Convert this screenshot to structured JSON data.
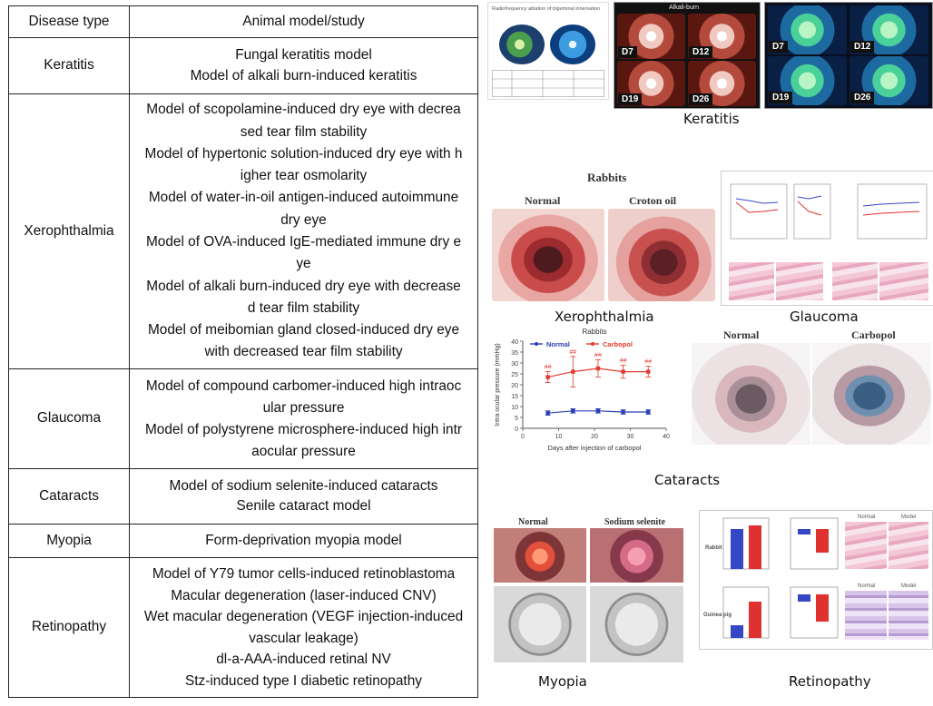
{
  "table": {
    "headers": [
      "Disease type",
      "Animal model/study"
    ],
    "rows": [
      {
        "disease": "Keratitis",
        "models": [
          "Fungal keratitis model",
          "Model of alkali burn-induced keratitis"
        ]
      },
      {
        "disease": "Xerophthalmia",
        "models": [
          "Model of scopolamine-induced dry eye with decrea",
          "sed tear film stability",
          "Model of hypertonic solution-induced dry eye with h",
          "igher tear osmolarity",
          "Model of water-in-oil antigen-induced autoimmune",
          "dry eye",
          "Model of OVA-induced IgE-mediated immune dry e",
          "ye",
          "Model of alkali burn-induced dry eye with decrease",
          "d tear film stability",
          "Model of meibomian gland closed-induced dry eye",
          "with decreased tear film stability"
        ]
      },
      {
        "disease": "Glaucoma",
        "models": [
          "Model of compound carbomer-induced high intraoc",
          "ular pressure",
          "Model of polystyrene microsphere-induced high intr",
          "aocular pressure"
        ]
      },
      {
        "disease": "Cataracts",
        "models": [
          "Model of sodium selenite-induced cataracts",
          "Senile cataract model"
        ]
      },
      {
        "disease": "Myopia",
        "models": [
          "Form-deprivation myopia model"
        ]
      },
      {
        "disease": "Retinopathy",
        "models": [
          "Model of Y79 tumor cells-induced retinoblastoma",
          "Macular degeneration (laser-induced CNV)",
          "Wet macular degeneration (VEGF injection-induced",
          "vascular leakage)",
          "dl-a-AAA-induced retinal NV",
          "Stz-induced type I diabetic retinopathy"
        ]
      }
    ]
  },
  "captions": {
    "keratitis": "Keratitis",
    "xerophthalmia": "Xerophthalmia",
    "glaucoma": "Glaucoma",
    "cataracts": "Cataracts",
    "myopia": "Myopia",
    "retinopathy": "Retinopathy"
  },
  "keratitis_panel": {
    "title": "Radiofrequency ablation of trigeminal innervation",
    "alkali_title": "Alkali-burn",
    "day_labels": [
      "D7",
      "D12",
      "D19",
      "D26"
    ]
  },
  "xero_panel": {
    "title": "Rabbits",
    "normal": "Normal",
    "treated": "Croton oil"
  },
  "cataract_panel": {
    "normal": "Normal",
    "treated": "Carbopol"
  },
  "myopia_panel": {
    "normal": "Normal",
    "treated": "Sodium selenite"
  },
  "retino_panel": {
    "row1": "Rabbit",
    "row2": "Guinea pig",
    "normal": "Normal",
    "model": "Model"
  },
  "chart_data": {
    "type": "line",
    "title": "Rabbits",
    "xlabel": "Days after injection of carbopol",
    "ylabel": "Intra ocular pressure (mmHg)",
    "xlim": [
      0,
      40
    ],
    "ylim": [
      0,
      40
    ],
    "xticks": [
      0,
      10,
      20,
      30,
      40
    ],
    "yticks": [
      0,
      5,
      10,
      15,
      20,
      25,
      30,
      35,
      40
    ],
    "series": [
      {
        "name": "Normal",
        "color": "#2b3fb8",
        "x": [
          7,
          14,
          21,
          28,
          35
        ],
        "y": [
          7,
          8,
          8,
          7.5,
          7.5
        ],
        "err": [
          1,
          1,
          1,
          1,
          1
        ],
        "annotations": []
      },
      {
        "name": "Carbopol",
        "color": "#e23a2e",
        "x": [
          7,
          14,
          21,
          28,
          35
        ],
        "y": [
          23.5,
          26,
          27.5,
          26,
          26
        ],
        "err": [
          2.5,
          7,
          4,
          3,
          2.5
        ],
        "annotations": [
          "##",
          "##",
          "##",
          "##",
          "##"
        ]
      }
    ],
    "legend": "top"
  }
}
